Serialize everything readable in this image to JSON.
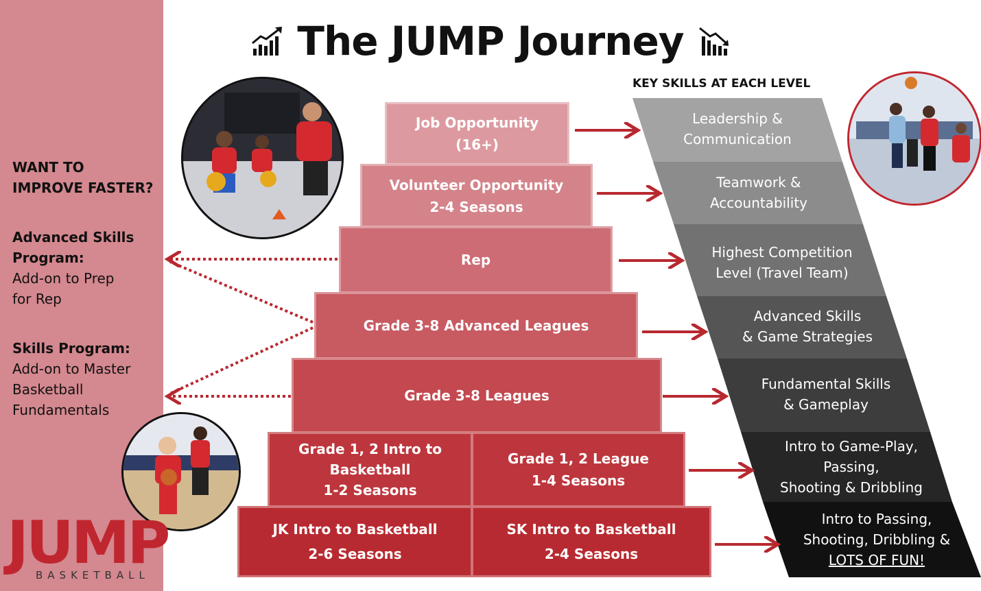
{
  "title": "The JUMP Journey",
  "key_skills_heading": "KEY SKILLS AT EACH LEVEL",
  "sidebar": {
    "prompt_line1": "WANT TO",
    "prompt_line2": "IMPROVE FASTER?",
    "advanced": {
      "line1": "Advanced Skills",
      "line2": "Program:",
      "line3": "Add-on to Prep",
      "line4": "for Rep"
    },
    "skills": {
      "line1": "Skills Program:",
      "line2": "Add-on to Master",
      "line3": "Basketball",
      "line4": "Fundamentals"
    }
  },
  "pyramid": {
    "job": {
      "line1": "Job Opportunity",
      "line2": "(16+)"
    },
    "volunteer": {
      "line1": "Volunteer Opportunity",
      "line2": "2-4 Seasons"
    },
    "rep": {
      "line1": "Rep"
    },
    "advanced_leagues": {
      "line1": "Grade 3-8 Advanced Leagues"
    },
    "leagues": {
      "line1": "Grade 3-8 Leagues"
    },
    "g12_intro": {
      "line1": "Grade 1, 2 Intro to",
      "line2": "Basketball",
      "line3": "1-2 Seasons"
    },
    "g12_league": {
      "line1": "Grade 1, 2 League",
      "line2": "1-4 Seasons"
    },
    "jk_intro": {
      "line1": "JK Intro to Basketball",
      "line2": "2-6 Seasons"
    },
    "sk_intro": {
      "line1": "SK Intro to Basketball",
      "line2": "2-4 Seasons"
    }
  },
  "skills": [
    {
      "line1": "Leadership &",
      "line2": "Communication"
    },
    {
      "line1": "Teamwork &",
      "line2": "Accountability"
    },
    {
      "line1": "Highest Competition",
      "line2": "Level (Travel Team)"
    },
    {
      "line1": "Advanced Skills",
      "line2": "& Game Strategies"
    },
    {
      "line1": "Fundamental Skills",
      "line2": "& Gameplay"
    },
    {
      "line1": "Intro to Game-Play,",
      "line2": "Passing,",
      "line3": "Shooting & Dribbling"
    },
    {
      "line1": "Intro to Passing,",
      "line2": "Shooting, Dribbling &",
      "line3": "LOTS OF FUN!"
    }
  ],
  "logo": {
    "word": "JUMP",
    "sub": "BASKETBALL"
  },
  "colors": {
    "sidebar": "#d4888f",
    "arrow": "#b8282f",
    "brand_red": "#c0262f",
    "step_colors": [
      "#dc9aa0",
      "#d4838a",
      "#cd6c74",
      "#c85a62",
      "#c4484f",
      "#bd363d",
      "#b82a31"
    ],
    "band_colors": [
      "#a3a3a3",
      "#8c8c8c",
      "#727272",
      "#555555",
      "#3d3d3d",
      "#262626",
      "#111111"
    ]
  }
}
